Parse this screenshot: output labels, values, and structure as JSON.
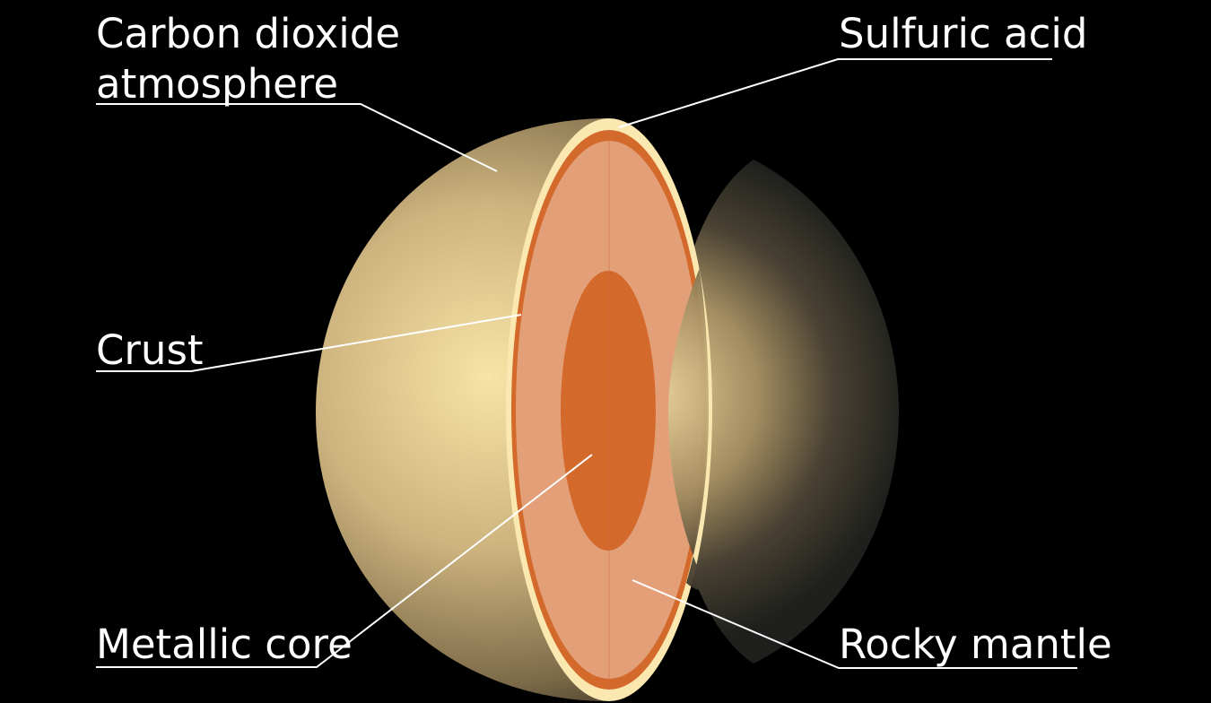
{
  "labels": {
    "atmosphere_line1": "Carbon dioxide",
    "atmosphere_line2": "atmosphere",
    "crust": "Crust",
    "core": "Metallic core",
    "sulfuric_acid": "Sulfuric acid",
    "mantle": "Rocky mantle"
  },
  "colors": {
    "background": "#000000",
    "atmosphere_light": "#f7e3a8",
    "atmosphere_dark": "#3a3325",
    "cloud_layer": "#fbe8b0",
    "crust": "#d4692c",
    "mantle": "#e39f78",
    "core": "#d4692c",
    "leader_lines": "#ffffff"
  }
}
